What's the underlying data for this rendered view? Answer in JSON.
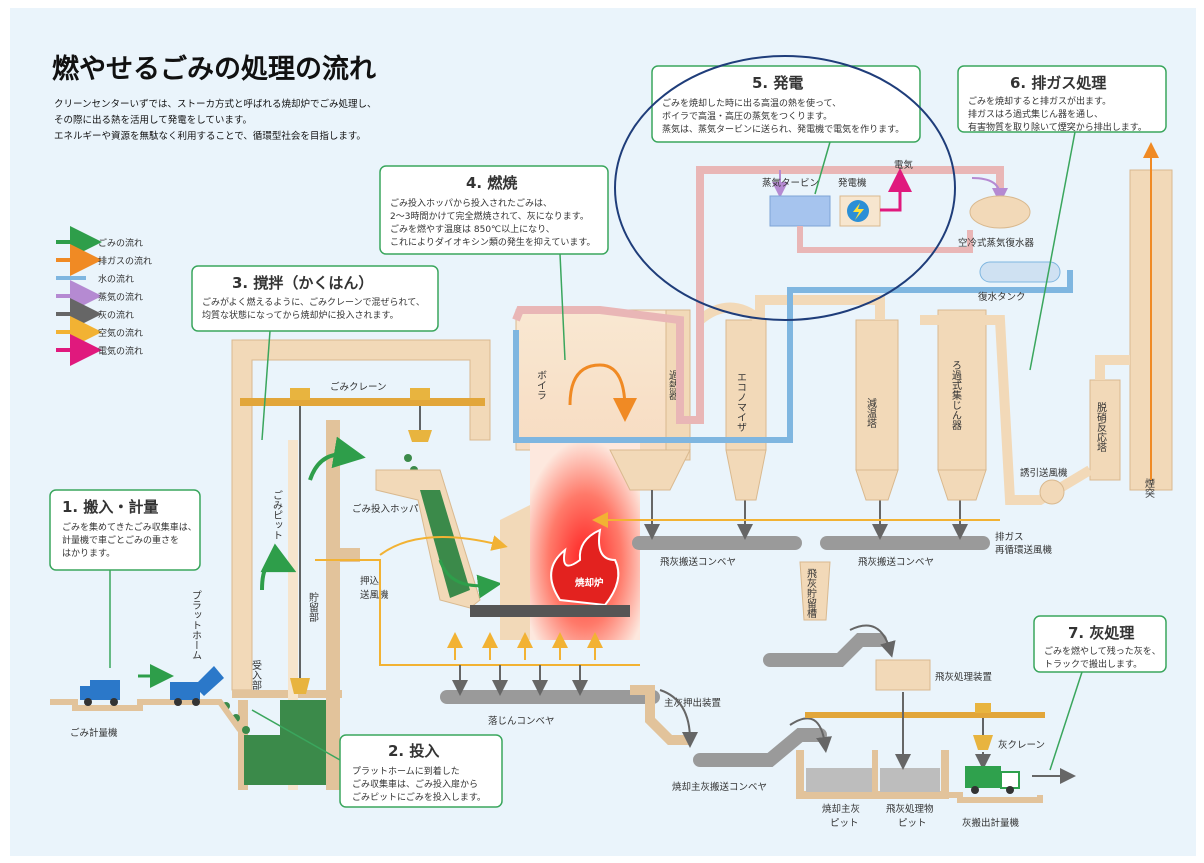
{
  "title": "燃やせるごみの処理の流れ",
  "intro": [
    "クリーンセンターいずでは、ストーカ方式と呼ばれる焼却炉でごみ処理し、",
    "その際に出る熱を活用して発電をしています。",
    "エネルギーや資源を無駄なく利用することで、循環型社会を目指します。"
  ],
  "legend": [
    {
      "label": "ごみの流れ",
      "color": "#2e9e4a"
    },
    {
      "label": "排ガスの流れ",
      "color": "#f08a24"
    },
    {
      "label": "水の流れ",
      "color": "#7fb6e0"
    },
    {
      "label": "蒸気の流れ",
      "color": "#b58ad2"
    },
    {
      "label": "灰の流れ",
      "color": "#666666"
    },
    {
      "label": "空気の流れ",
      "color": "#f2b233"
    },
    {
      "label": "電気の流れ",
      "color": "#e0197d"
    }
  ],
  "callouts": {
    "c1": {
      "title": "1. 搬入・計量",
      "lines": [
        "ごみを集めてきたごみ収集車は、",
        "計量機で車ごとごみの重さを",
        "はかります。"
      ]
    },
    "c2": {
      "title": "2. 投入",
      "lines": [
        "プラットホームに到着した",
        "ごみ収集車は、ごみ投入扉から",
        "ごみピットにごみを投入します。"
      ]
    },
    "c3": {
      "title": "3. 撹拌（かくはん）",
      "lines": [
        "ごみがよく燃えるように、ごみクレーンで混ぜられて、",
        "均質な状態になってから焼却炉に投入されます。"
      ]
    },
    "c4": {
      "title": "4. 燃焼",
      "lines": [
        "ごみ投入ホッパから投入されたごみは、",
        "2～3時間かけて完全燃焼されて、灰になります。",
        "ごみを燃やす温度は 850℃以上になり、",
        "これによりダイオキシン類の発生を抑えています。"
      ]
    },
    "c5": {
      "title": "5. 発電",
      "lines": [
        "ごみを焼却した時に出る高温の熱を使って、",
        "ボイラで高温・高圧の蒸気をつくります。",
        "蒸気は、蒸気タービンに送られ、発電機で電気を作ります。"
      ]
    },
    "c6": {
      "title": "6. 排ガス処理",
      "lines": [
        "ごみを焼却すると排ガスが出ます。",
        "排ガスはろ過式集じん器を通し、",
        "有害物質を取り除いて煙突から排出します。"
      ]
    },
    "c7": {
      "title": "7. 灰処理",
      "lines": [
        "ごみを燃やして残った灰を、",
        "トラックで搬出します。"
      ]
    }
  },
  "labels": {
    "crane": "ごみクレーン",
    "hopper": "ごみ投入ホッパ",
    "furnace": "焼却炉",
    "turbine": "蒸気タービン",
    "generator": "発電機",
    "electricity": "電気",
    "condenser": "空冷式蒸気復水器",
    "condensate_tank": "復水タンク",
    "push_fan": "押込",
    "push_fan2": "送風機",
    "fly_ash_conveyor_1": "飛灰搬送コンベヤ",
    "fly_ash_conveyor_2": "飛灰搬送コンベヤ",
    "fly_ash_treatment": "飛灰処理装置",
    "induced_fan": "誘引送風機",
    "exhaust_fan_1": "排ガス",
    "exhaust_fan_2": "再循環送風機",
    "drop_conveyor": "落じんコンベヤ",
    "main_ash_extractor": "主灰押出装置",
    "main_ash_conveyor": "焼却主灰搬送コンベヤ",
    "main_ash_pit_1": "焼却主灰",
    "main_ash_pit_2": "ピット",
    "fly_ash_pit_1": "飛灰処理物",
    "fly_ash_pit_2": "ピット",
    "ash_crane": "灰クレーン",
    "ash_scale": "灰搬出計量機",
    "garbage_scale": "ごみ計量機",
    "boiler": "ボイラ",
    "superheater": "過熱器",
    "economizer": "エコノマイザ",
    "cooling_tower": "減温塔",
    "bag_filter": "ろ過式集じん器",
    "denox": "脱硝反応塔",
    "chimney": "煙突",
    "pit": "ごみピット",
    "storage": "貯留部",
    "receiving": "受入部",
    "platform": "プラットホーム",
    "fly_ash_silo": "飛灰貯留槽"
  }
}
